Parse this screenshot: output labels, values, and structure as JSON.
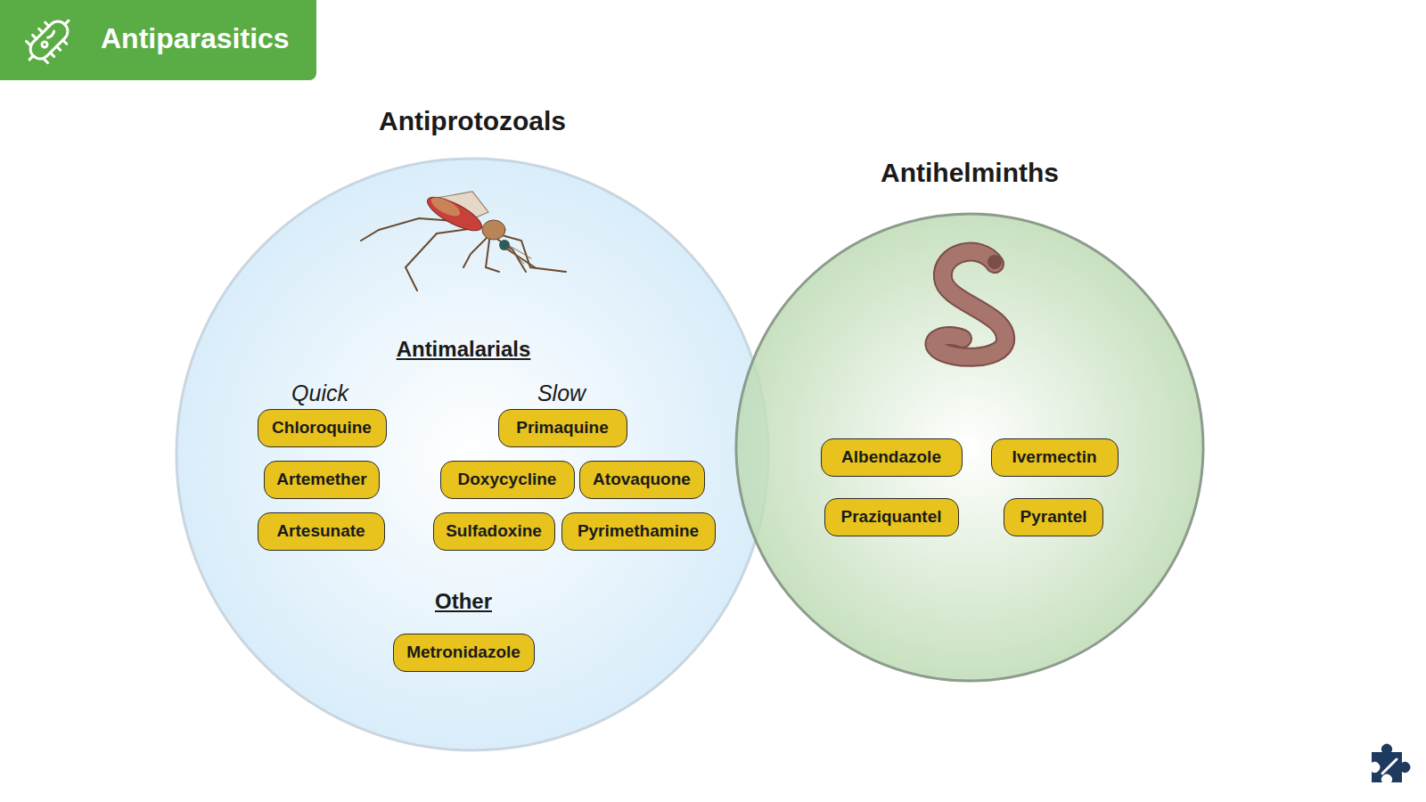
{
  "diagram": {
    "title": "Antiparasitics",
    "nodes": [
      {
        "text": [
          "Antiprotozoals"
        ]
      },
      {
        "text": [
          "Chloroquine"
        ],
        "in": 0
      },
      {
        "text": [
          "Artemether"
        ],
        "in": 0
      },
      {
        "text": [
          "Artesunate"
        ],
        "in": 0
      },
      {
        "text": [
          "Primaquine"
        ],
        "in": 0
      },
      {
        "text": [
          "Doxycycline"
        ],
        "in": 0
      },
      {
        "text": [
          "Atovaquone"
        ],
        "in": 0
      },
      {
        "text": [
          "Sulfadoxine"
        ],
        "in": 0
      },
      {
        "text": [
          "Pyrimethamine"
        ],
        "in": 0
      },
      {
        "text": [
          "Metronidazole"
        ],
        "in": 0
      },
      {
        "text": [
          "Antihelminths"
        ]
      },
      {
        "text": [
          "Albendazole"
        ],
        "in": 10
      },
      {
        "text": [
          "Ivermectin"
        ],
        "in": 10
      },
      {
        "text": [
          "Praziquantel"
        ],
        "in": 10
      },
      {
        "text": [
          "Pyrantel"
        ],
        "in": 10
      }
    ],
    "labels": [
      "Antimalarials",
      "Quick",
      "Slow",
      "Other"
    ]
  }
}
